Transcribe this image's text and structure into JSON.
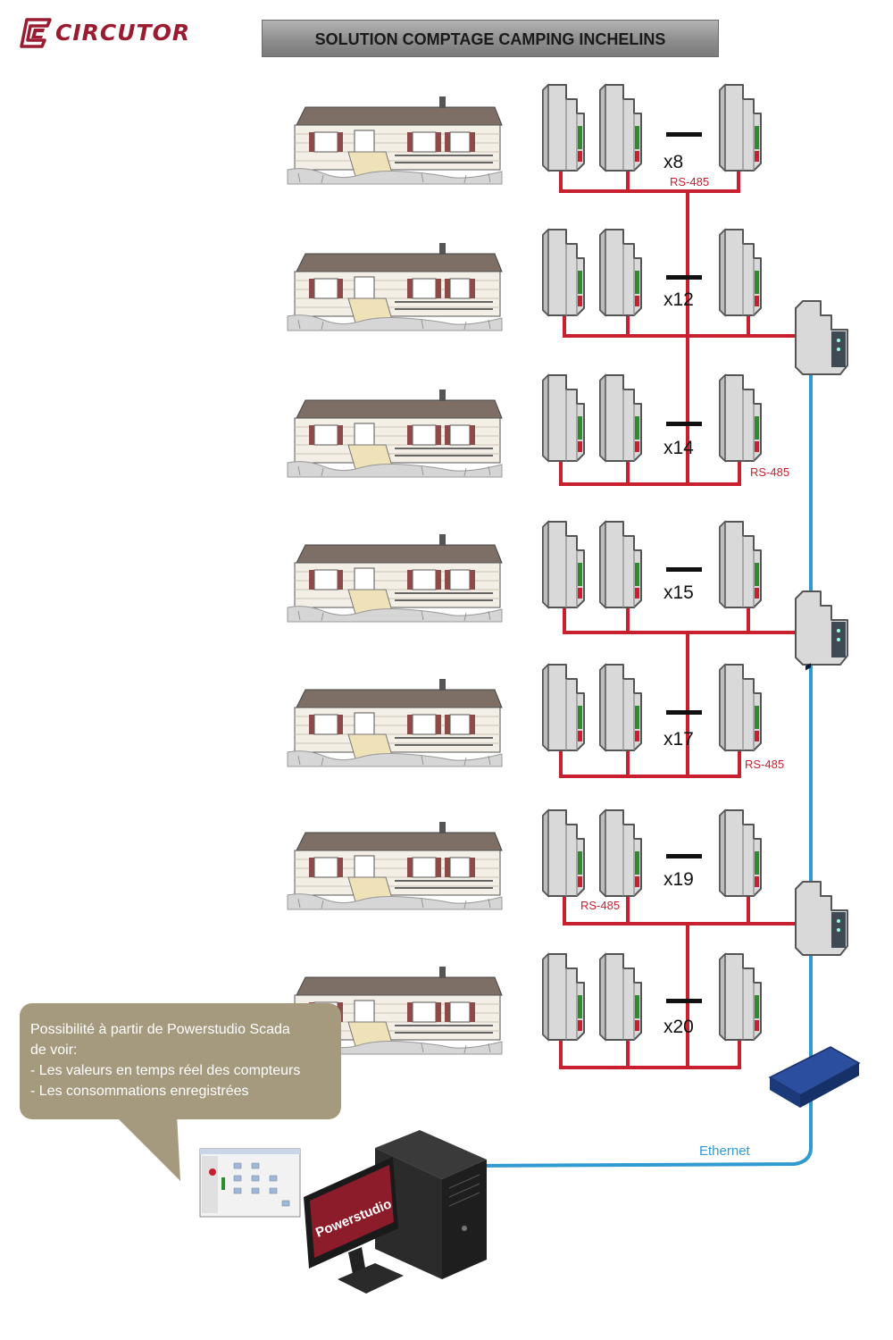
{
  "header": {
    "logo_text": "CIRCUTOR",
    "title": "SOLUTION COMPTAGE CAMPING INCHELINS"
  },
  "rows": [
    {
      "count": "x8"
    },
    {
      "count": "x12"
    },
    {
      "count": "x14"
    },
    {
      "count": "x15"
    },
    {
      "count": "x17"
    },
    {
      "count": "x19"
    },
    {
      "count": "x20"
    }
  ],
  "labels": {
    "rs485": "RS-485",
    "ethernet": "Ethernet",
    "monitor_brand": "Powerstudio"
  },
  "callout": {
    "lines": [
      "Possibilité à partir de Powerstudio Scada",
      "de voir:",
      "- Les valeurs en temps réel des compteurs",
      "- Les consommations enregistrées"
    ]
  },
  "colors": {
    "brand": "#9b1b30",
    "bus": "#c8202f",
    "ethernet": "#2f9bd0",
    "callout": "#a59a7d"
  }
}
